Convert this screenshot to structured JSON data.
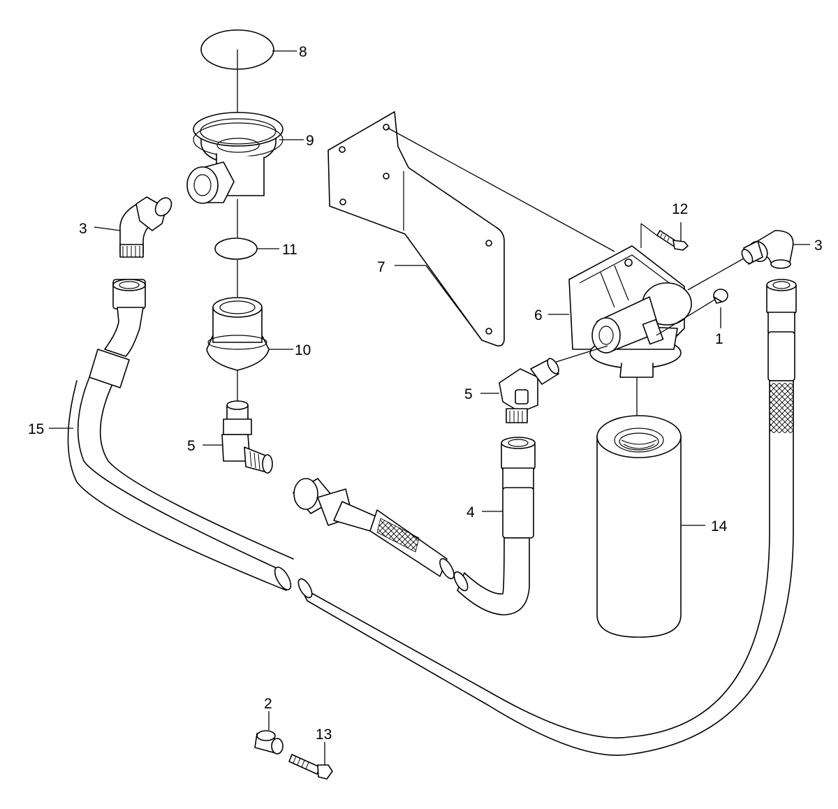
{
  "diagram": {
    "callouts": {
      "c1": "1",
      "c2": "2",
      "c3_left": "3",
      "c3_right": "3",
      "c4": "4",
      "c5_upper": "5",
      "c5_lower": "5",
      "c6": "6",
      "c7": "7",
      "c8": "8",
      "c9": "9",
      "c10": "10",
      "c11": "11",
      "c12": "12",
      "c13": "13",
      "c14": "14",
      "c15": "15"
    },
    "colors": {
      "line": "#000000",
      "background": "#ffffff"
    }
  }
}
